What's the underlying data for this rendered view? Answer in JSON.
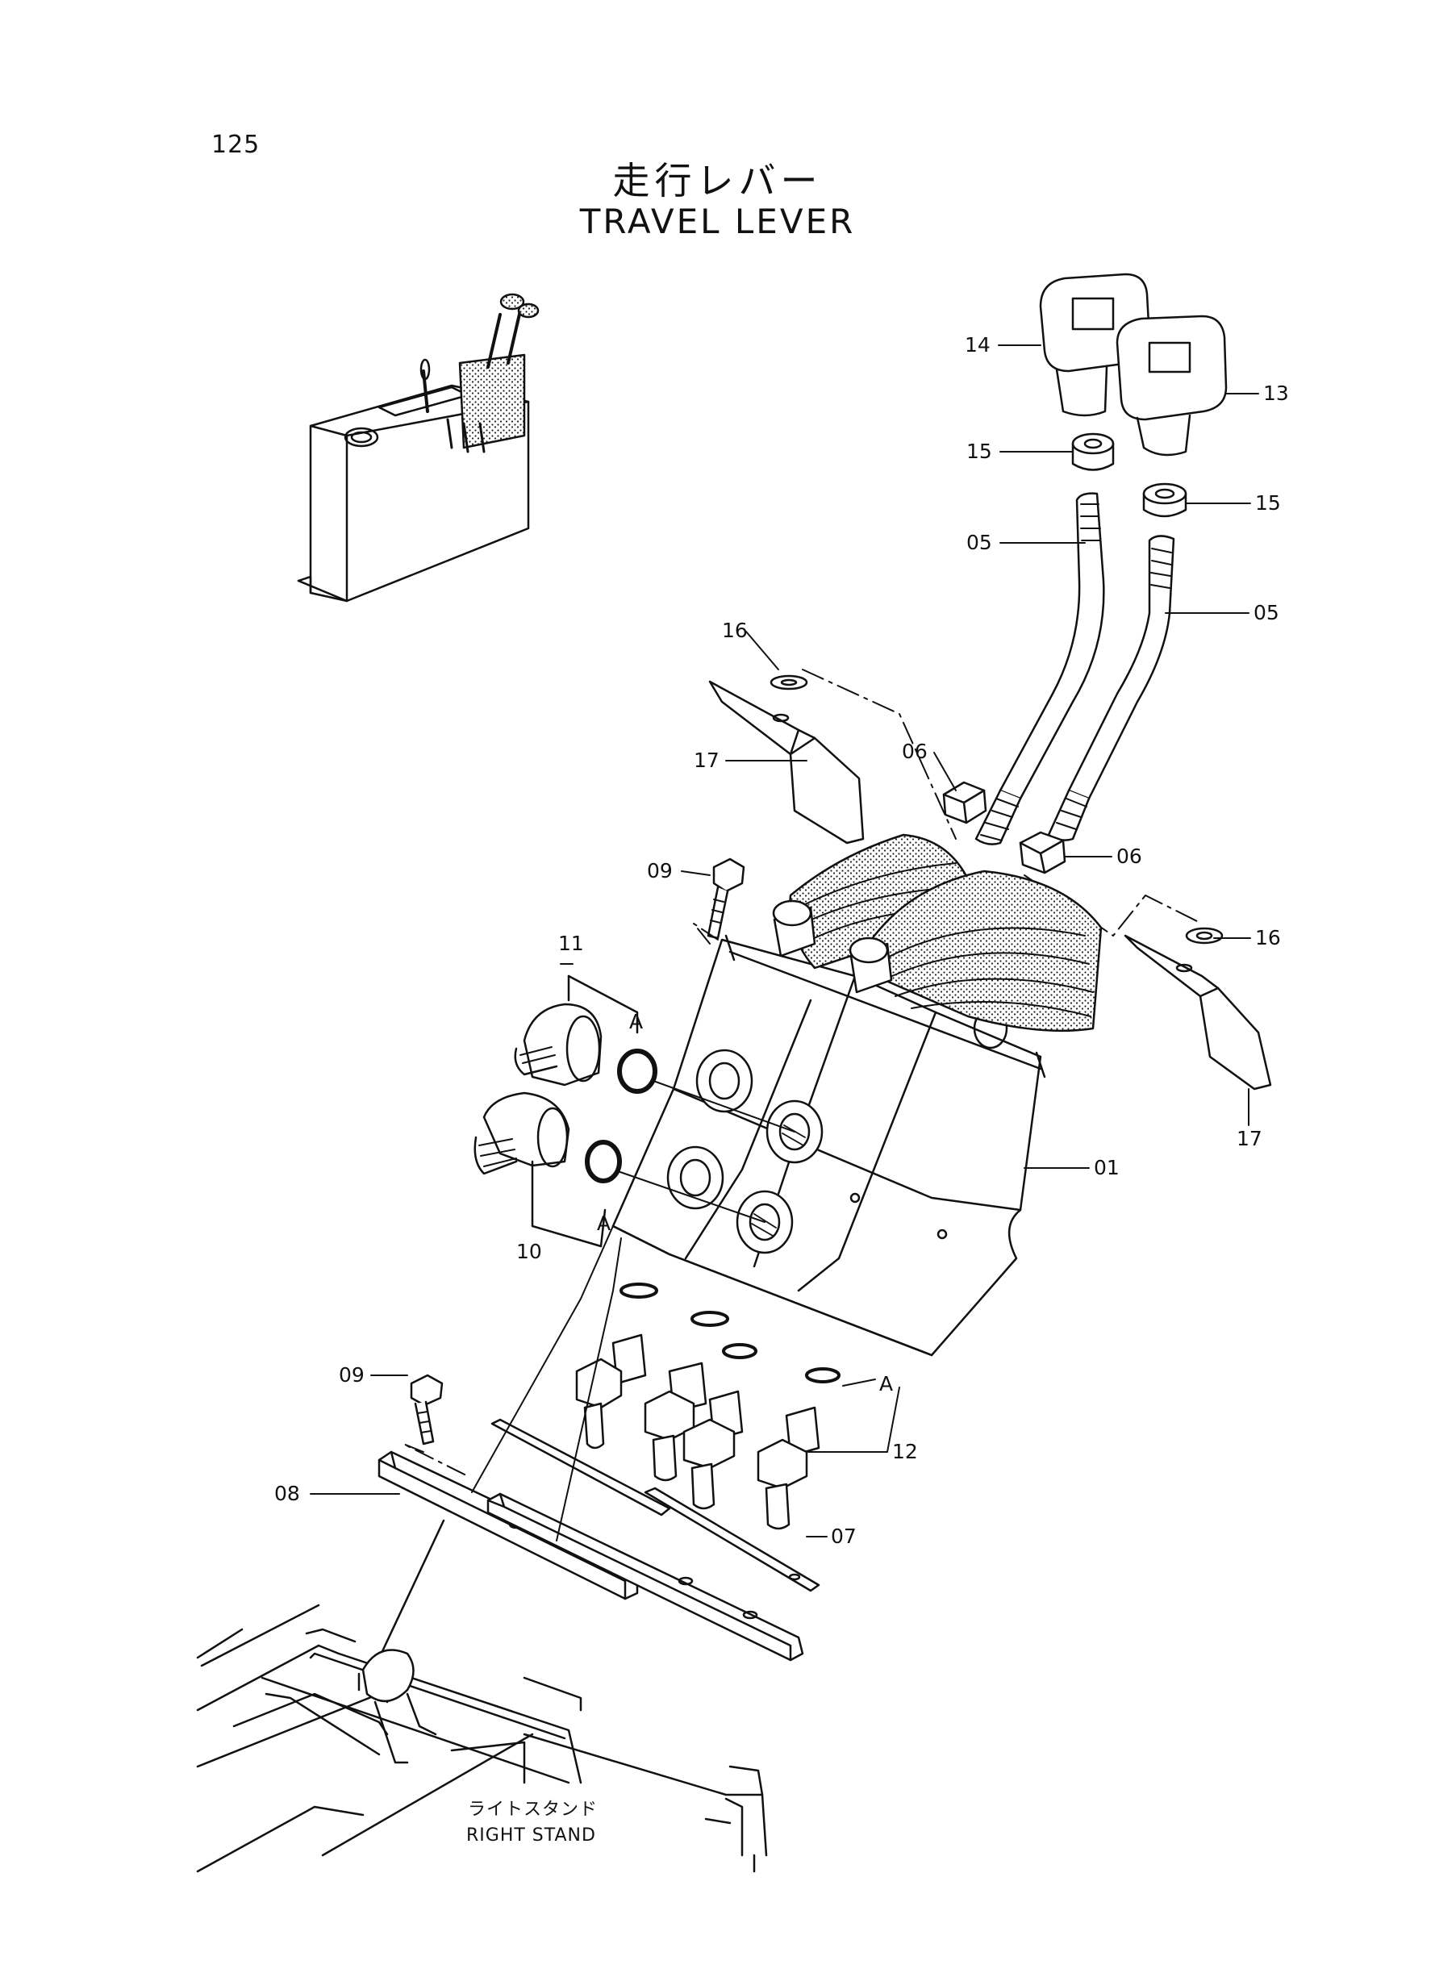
{
  "page": {
    "number": "125"
  },
  "title": {
    "jp": "走行レバー",
    "en": "TRAVEL LEVER"
  },
  "callouts": {
    "p14": "14",
    "p13": "13",
    "p15a": "15",
    "p15b": "15",
    "p05a": "05",
    "p05b": "05",
    "p16a": "16",
    "p16b": "16",
    "p17a": "17",
    "p17b": "17",
    "p06a": "06",
    "p06b": "06",
    "p09a": "09",
    "p09b": "09",
    "p11": "11",
    "p10": "10",
    "pAa": "A",
    "pAb": "A",
    "pAc": "A",
    "p01": "01",
    "p12": "12",
    "p08": "08",
    "p07": "07"
  },
  "stand": {
    "jp": "ライトスタンド",
    "en": "RIGHT STAND"
  }
}
